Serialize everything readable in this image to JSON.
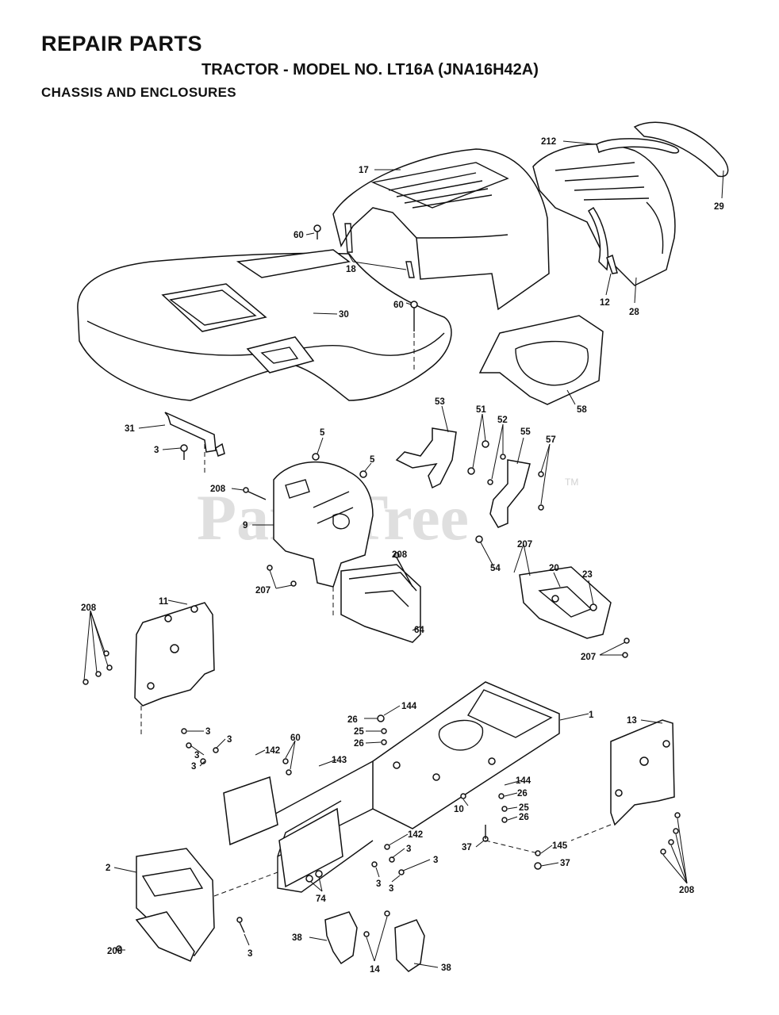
{
  "header": {
    "title": "REPAIR PARTS",
    "model": "TRACTOR - MODEL NO. LT16A (JNA16H42A)",
    "section": "CHASSIS AND ENCLOSURES"
  },
  "watermark": {
    "text": "PartsTree",
    "mark": "TM"
  },
  "callouts": [
    {
      "id": "c212",
      "text": "212"
    },
    {
      "id": "c29",
      "text": "29"
    },
    {
      "id": "c17",
      "text": "17"
    },
    {
      "id": "c60a",
      "text": "60"
    },
    {
      "id": "c18",
      "text": "18"
    },
    {
      "id": "c60b",
      "text": "60"
    },
    {
      "id": "c30",
      "text": "30"
    },
    {
      "id": "c12",
      "text": "12"
    },
    {
      "id": "c28",
      "text": "28"
    },
    {
      "id": "c58",
      "text": "58"
    },
    {
      "id": "c31",
      "text": "31"
    },
    {
      "id": "c3a",
      "text": "3"
    },
    {
      "id": "c5a",
      "text": "5"
    },
    {
      "id": "c5b",
      "text": "5"
    },
    {
      "id": "c53",
      "text": "53"
    },
    {
      "id": "c51",
      "text": "51"
    },
    {
      "id": "c52",
      "text": "52"
    },
    {
      "id": "c55",
      "text": "55"
    },
    {
      "id": "c57",
      "text": "57"
    },
    {
      "id": "c208a",
      "text": "208"
    },
    {
      "id": "c9",
      "text": "9"
    },
    {
      "id": "c208b",
      "text": "208"
    },
    {
      "id": "c54",
      "text": "54"
    },
    {
      "id": "c207a",
      "text": "207"
    },
    {
      "id": "c207b",
      "text": "207"
    },
    {
      "id": "c20",
      "text": "20"
    },
    {
      "id": "c23",
      "text": "23"
    },
    {
      "id": "c64",
      "text": "64"
    },
    {
      "id": "c207c",
      "text": "207"
    },
    {
      "id": "c11",
      "text": "11"
    },
    {
      "id": "c208c",
      "text": "208"
    },
    {
      "id": "c144a",
      "text": "144"
    },
    {
      "id": "c1",
      "text": "1"
    },
    {
      "id": "c26a",
      "text": "26"
    },
    {
      "id": "c25a",
      "text": "25"
    },
    {
      "id": "c26b",
      "text": "26"
    },
    {
      "id": "c13",
      "text": "13"
    },
    {
      "id": "c3b",
      "text": "3"
    },
    {
      "id": "c3c",
      "text": "3"
    },
    {
      "id": "c60c",
      "text": "60"
    },
    {
      "id": "c142a",
      "text": "142"
    },
    {
      "id": "c3d",
      "text": "3"
    },
    {
      "id": "c3e",
      "text": "3"
    },
    {
      "id": "c143",
      "text": "143"
    },
    {
      "id": "c144b",
      "text": "144"
    },
    {
      "id": "c26c",
      "text": "26"
    },
    {
      "id": "c10",
      "text": "10"
    },
    {
      "id": "c25b",
      "text": "25"
    },
    {
      "id": "c26d",
      "text": "26"
    },
    {
      "id": "c142b",
      "text": "142"
    },
    {
      "id": "c37a",
      "text": "37"
    },
    {
      "id": "c145",
      "text": "145"
    },
    {
      "id": "c3f",
      "text": "3"
    },
    {
      "id": "c3g",
      "text": "3"
    },
    {
      "id": "c37b",
      "text": "37"
    },
    {
      "id": "c2",
      "text": "2"
    },
    {
      "id": "c3h",
      "text": "3"
    },
    {
      "id": "c3i",
      "text": "3"
    },
    {
      "id": "c74",
      "text": "74"
    },
    {
      "id": "c208d",
      "text": "208"
    },
    {
      "id": "c3j",
      "text": "3"
    },
    {
      "id": "c206",
      "text": "206"
    },
    {
      "id": "c38a",
      "text": "38"
    },
    {
      "id": "c14",
      "text": "14"
    },
    {
      "id": "c38b",
      "text": "38"
    }
  ]
}
